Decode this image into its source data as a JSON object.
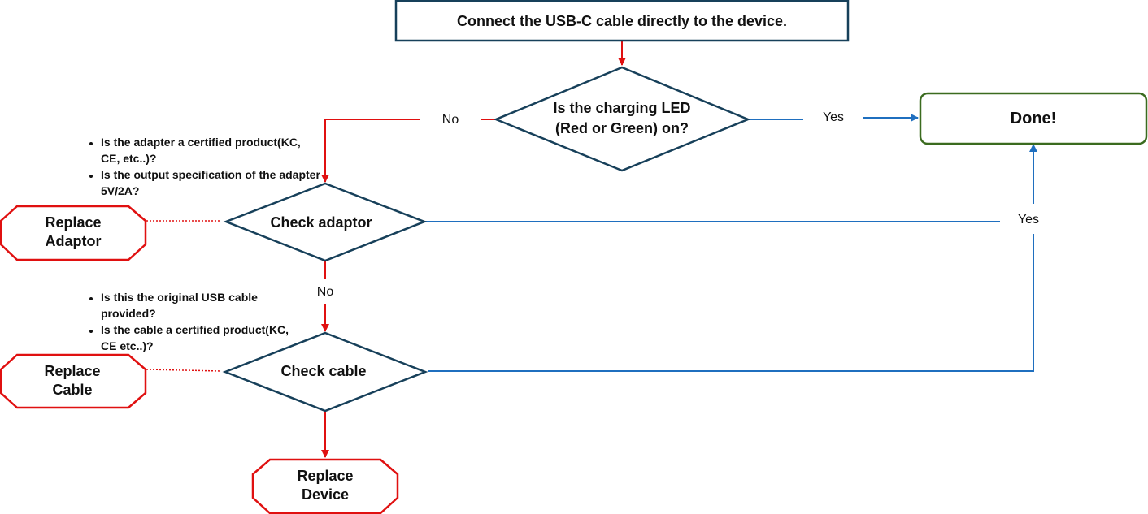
{
  "nodes": {
    "start": {
      "text": "Connect the USB-C cable directly to the device."
    },
    "led_check": {
      "line1": "Is the charging LED",
      "line2": "(Red or Green) on?"
    },
    "done": {
      "text": "Done!"
    },
    "check_adaptor": {
      "text": "Check adaptor"
    },
    "check_cable": {
      "text": "Check cable"
    },
    "replace_adaptor": {
      "line1": "Replace",
      "line2": "Adaptor"
    },
    "replace_cable": {
      "line1": "Replace",
      "line2": "Cable"
    },
    "replace_device": {
      "line1": "Replace",
      "line2": "Device"
    }
  },
  "edge_labels": {
    "led_no": "No",
    "led_yes": "Yes",
    "adaptor_no": "No",
    "merge_yes": "Yes"
  },
  "notes": {
    "adaptor": [
      "Is the adapter a certified product(KC, CE, etc..)?",
      "Is the output specification of the adapter 5V/2A?"
    ],
    "cable": [
      "Is this the original USB cable provided?",
      "Is the cable a certified product(KC, CE etc..)?"
    ]
  },
  "colors": {
    "shape_stroke": "#17405a",
    "done_stroke": "#3b6b1f",
    "replace_stroke": "#e01010",
    "no_path": "#e01010",
    "yes_path": "#1f6fbf"
  }
}
